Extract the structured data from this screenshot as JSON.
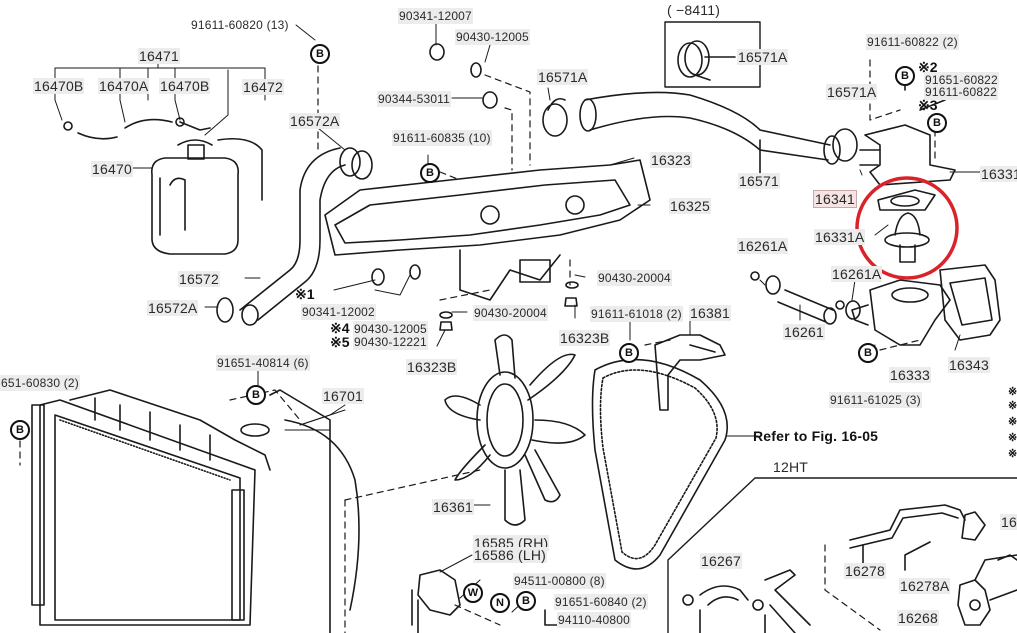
{
  "diagram": {
    "title": "Radiator & water pump / thermostat parts diagram",
    "highlight_color": "#d8232a",
    "highlighted_part": "16341",
    "labels": {
      "p91611_60820": "91611-60820 (13)",
      "p16471": "16471",
      "p16470B_left": "16470B",
      "p16470A": "16470A",
      "p16470B_right": "16470B",
      "p16472": "16472",
      "p16470": "16470",
      "p16572A_top": "16572A",
      "p16572": "16572",
      "p16572A_bottom": "16572A",
      "p90341_12007": "90341-12007",
      "p90430_12005_top": "90430-12005",
      "p90344_53011": "90344-53011",
      "p91611_60835": "91611-60835 (10)",
      "p16571A_mid": "16571A",
      "p16323": "16323",
      "p16325": "16325",
      "p16571": "16571",
      "inset_title": "(      −8411)",
      "p16571A_inset": "16571A",
      "p91611_60822_2": "91611-60822 (2)",
      "mark2": "※2",
      "p91651_60822": "91651-60822",
      "p91611_60822": "91611-60822",
      "mark3": "※3",
      "p16571A_right": "16571A",
      "p16331": "16331",
      "p16341": "16341",
      "p16331A": "16331A",
      "p16261A_left": "16261A",
      "p16261A_right": "16261A",
      "p16261": "16261",
      "p16333": "16333",
      "p16343": "16343",
      "p91611_61025": "91611-61025 (3)",
      "mark1": "※1",
      "p90341_12002": "90341-12002",
      "mark4": "※4",
      "p90430_12005_bottom": "90430-12005",
      "mark5": "※5",
      "p90430_12221": "90430-12221",
      "p16323B_left": "16323B",
      "p90430_20004_left": "90430-20004",
      "p90430_20004_right": "90430-20004",
      "p16323B_right": "16323B",
      "p91611_61018": "91611-61018 (2)",
      "p16381": "16381",
      "p91651_40814": "91651-40814 (6)",
      "p91651_60830": "651-60830 (2)",
      "p16701": "16701",
      "p16361": "16361",
      "p16585": "16585 (RH)",
      "p16586": "16586 (LH)",
      "p94511_00800": "94511-00800 (8)",
      "p91651_60840": "91651-60840 (2)",
      "p94110_40800": "94110-40800",
      "refer": "Refer to Fig. 16-05",
      "section_12HT": "12HT",
      "p16267": "16267",
      "p16278": "16278",
      "p16278A": "16278A",
      "p16268": "16268",
      "p16_edge": "16"
    },
    "fastener_symbols": {
      "bolt": "B",
      "washer": "W",
      "nut": "N"
    },
    "footnote_marks": [
      "※",
      "※",
      "※",
      "※",
      "※"
    ]
  }
}
